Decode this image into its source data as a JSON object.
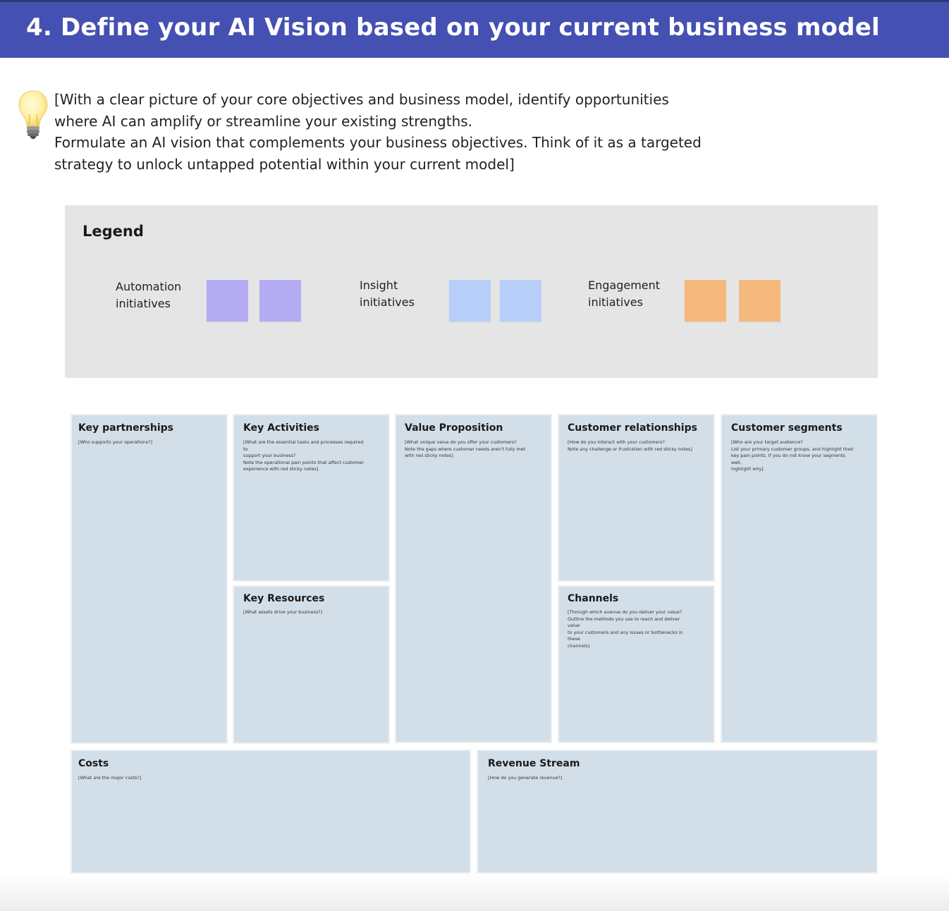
{
  "header": {
    "title": "4. Define your AI Vision based on your current business model"
  },
  "intro": {
    "icon": "lightbulb-icon",
    "lines": [
      "[With a clear picture of your core objectives and business model, identify opportunities",
      "where AI can amplify or streamline your existing strengths.",
      "Formulate an AI vision that complements your business objectives. Think of it as a targeted",
      "strategy to unlock untapped potential within your current model]"
    ]
  },
  "legend": {
    "title": "Legend",
    "items": [
      {
        "label_lines": [
          "Automation",
          "initiatives"
        ],
        "color": "#b5adf3"
      },
      {
        "label_lines": [
          "Insight",
          "initiatives"
        ],
        "color": "#b7cff8"
      },
      {
        "label_lines": [
          "Engagement",
          "initiatives"
        ],
        "color": "#f5b97e"
      }
    ]
  },
  "canvas": {
    "key_partnerships": {
      "title": "Key partnerships",
      "desc": [
        "[Who supports your operations?]"
      ]
    },
    "key_activities": {
      "title": "Key Activities",
      "desc": [
        "[What are the essential tasks and processes required to",
        "support your business?",
        "Note the operational pain points that affect customer",
        "experience with red sticky notes]"
      ]
    },
    "key_resources": {
      "title": "Key Resources",
      "desc": [
        "[What assets drive your business?]"
      ]
    },
    "value_proposition": {
      "title": "Value Proposition",
      "desc": [
        "[What unique value do you offer your customers?",
        "Note the gaps where customer needs aren't fully met",
        "with red sticky notes]"
      ]
    },
    "customer_relationships": {
      "title": "Customer relationships",
      "desc": [
        "[How do you interact with your customers?",
        "Note any challenge or frustration with red sticky notes]"
      ]
    },
    "channels": {
      "title": "Channels",
      "desc": [
        "[Through which avenue do you deliver your value?",
        "Outline the methods you use to reach and deliver value",
        "to your customers and any issues or bottlenecks in these",
        "channels]"
      ]
    },
    "customer_segments": {
      "title": "Customer segments",
      "desc": [
        "[Who are your target audience?",
        "List your primary customer groups, and highlight their",
        "key pain points. If you do not know your segments well,",
        "highlight why]"
      ]
    },
    "costs": {
      "title": "Costs",
      "desc": [
        "[What are the major costs?]"
      ]
    },
    "revenue_stream": {
      "title": "Revenue Stream",
      "desc": [
        "[How do you generate revenue?]"
      ]
    }
  }
}
